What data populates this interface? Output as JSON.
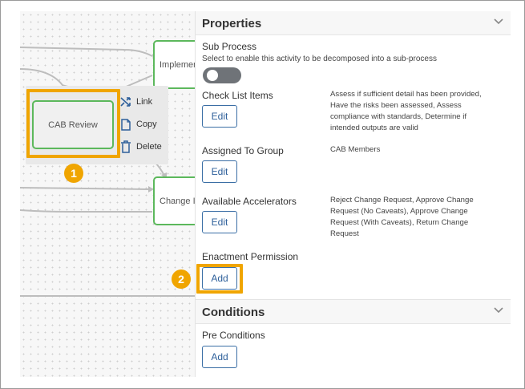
{
  "canvas": {
    "nodes": {
      "implement": "Implemen",
      "cab_review": "CAB Review",
      "change": "Change I"
    },
    "context_menu": {
      "link": "Link",
      "copy": "Copy",
      "delete": "Delete"
    },
    "callouts": [
      "1",
      "2"
    ]
  },
  "properties": {
    "title": "Properties",
    "sub_process": {
      "label": "Sub Process",
      "help": "Select to enable this activity to be decomposed into a sub-process",
      "enabled": false
    },
    "check_list": {
      "label": "Check List Items",
      "button": "Edit",
      "value_lines": [
        "Assess if sufficient detail has been provided,",
        "Have the risks been assessed, Assess",
        "compliance with standards, Determine if",
        "intended outputs are valid"
      ]
    },
    "assigned_group": {
      "label": "Assigned To Group",
      "button": "Edit",
      "value": "CAB Members"
    },
    "accelerators": {
      "label": "Available Accelerators",
      "button": "Edit",
      "value_lines": [
        "Reject Change Request, Approve Change",
        "Request (No Caveats), Approve Change",
        "Request (With Caveats), Return Change",
        "Request"
      ]
    },
    "enactment": {
      "label": "Enactment Permission",
      "button": "Add"
    }
  },
  "conditions": {
    "title": "Conditions",
    "pre_conditions": {
      "label": "Pre Conditions",
      "button": "Add"
    }
  },
  "colors": {
    "node_border": "#5cb85c",
    "highlight": "#f0a500",
    "button_border": "#3a6ea5",
    "toggle_off": "#6f7378"
  }
}
